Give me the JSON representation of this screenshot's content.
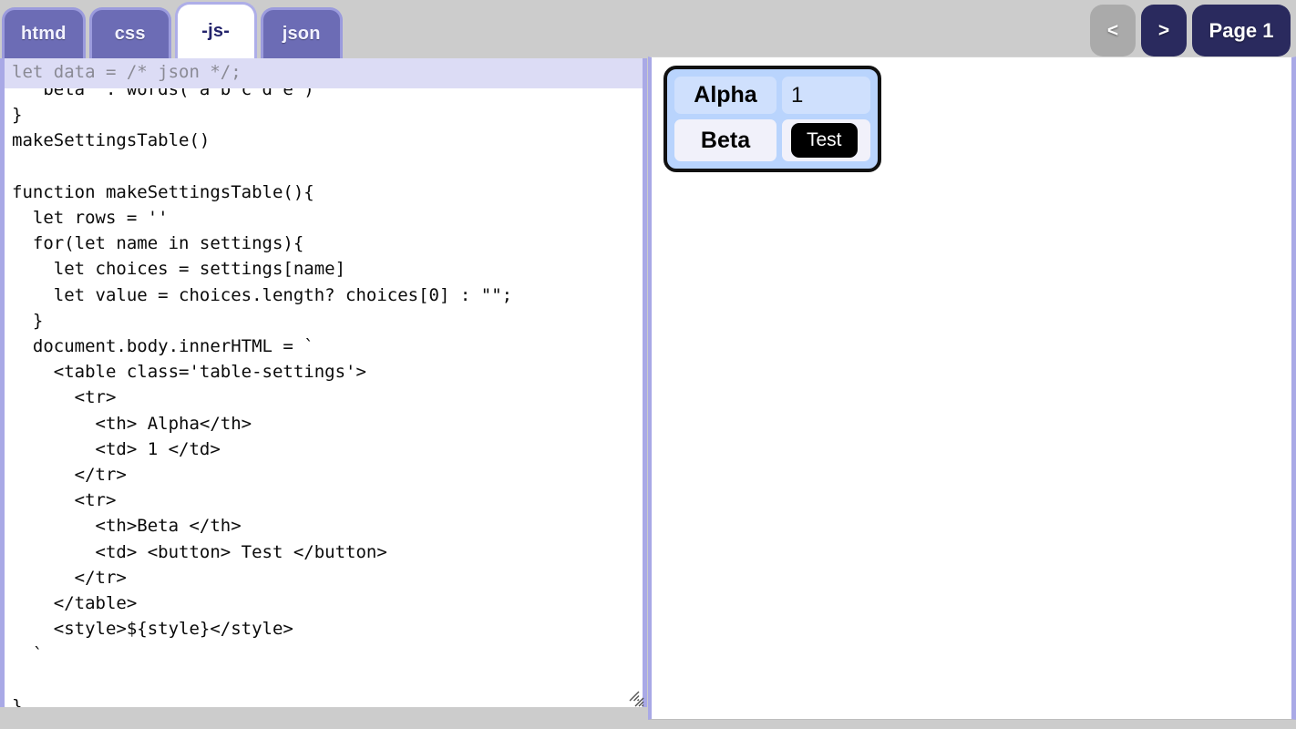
{
  "tabs": [
    {
      "label": "htmd",
      "active": false
    },
    {
      "label": "css",
      "active": false
    },
    {
      "label": "-js-",
      "active": true
    },
    {
      "label": "json",
      "active": false
    }
  ],
  "pagenav": {
    "prev_label": "<",
    "next_label": ">",
    "page_label": "Page 1"
  },
  "editor": {
    "banner_text": "let data = /* json */;",
    "code": "  'beta' : words('a b c d e')\n}\nmakeSettingsTable()\n\nfunction makeSettingsTable(){\n  let rows = ''\n  for(let name in settings){\n    let choices = settings[name]\n    let value = choices.length? choices[0] : \"\";\n  }\n  document.body.innerHTML = `\n    <table class='table-settings'>\n      <tr>\n        <th> Alpha</th>\n        <td> 1 </td>\n      </tr>\n      <tr>\n        <th>Beta </th>\n        <td> <button> Test </button>\n      </tr>\n    </table>\n    <style>${style}</style>\n  `\n\n}"
  },
  "preview": {
    "table": {
      "rows": [
        {
          "header": "Alpha",
          "value": "1",
          "is_button": false
        },
        {
          "header": "Beta",
          "value": "Test",
          "is_button": true
        }
      ]
    }
  },
  "colors": {
    "page_background": "#cccccc",
    "tab_inactive": "#6c6cb5",
    "tab_active": "#ffffff",
    "tab_border": "#9b9bdd",
    "nav_active": "#2a2a5e",
    "nav_disabled": "#aaaaaa",
    "editor_border": "#a9a9e6",
    "banner_background": "#dcdcf5",
    "banner_text": "#8a8a94",
    "table_background": "#b9d4fd",
    "table_row1_cell": "#cfe0fd",
    "table_row2_cell": "#f1f1fa",
    "button_background": "#000000",
    "button_text": "#ffffff"
  }
}
